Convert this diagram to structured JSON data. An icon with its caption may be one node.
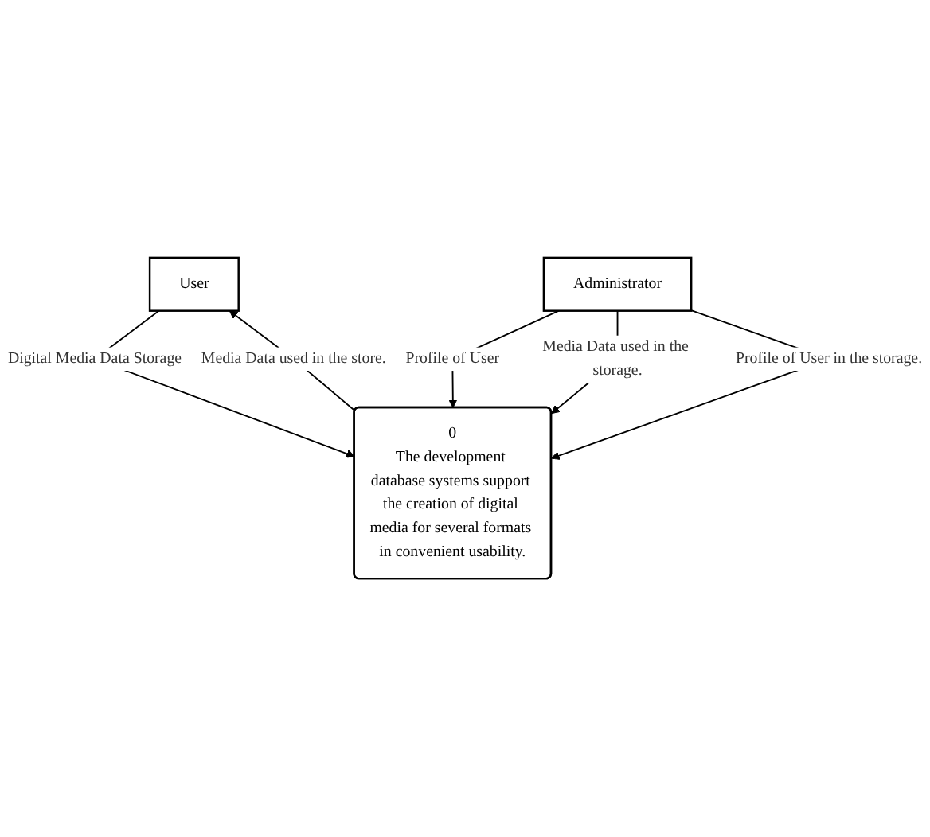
{
  "diagram": {
    "nodes": [
      {
        "text": [
          "User"
        ]
      },
      {
        "text": [
          "0",
          "The development database systems support the creation of digital media for several formats in convenient usability."
        ]
      },
      {
        "text": [
          "Administrator"
        ]
      }
    ],
    "edges": [
      {
        "from": 0,
        "to": 1,
        "arrow": "to",
        "label": "Digital Media Data Storage"
      },
      {
        "from": 1,
        "to": 0,
        "arrow": "to",
        "label": "Media Data used in the store."
      },
      {
        "from": 2,
        "to": 1,
        "arrow": "to",
        "label": "Profile of User"
      },
      {
        "from": 2,
        "to": 1,
        "arrow": "to",
        "label": "Media Data used in the storage."
      },
      {
        "from": 2,
        "to": 1,
        "arrow": "to",
        "label": "Profile of User in the storage."
      }
    ]
  }
}
